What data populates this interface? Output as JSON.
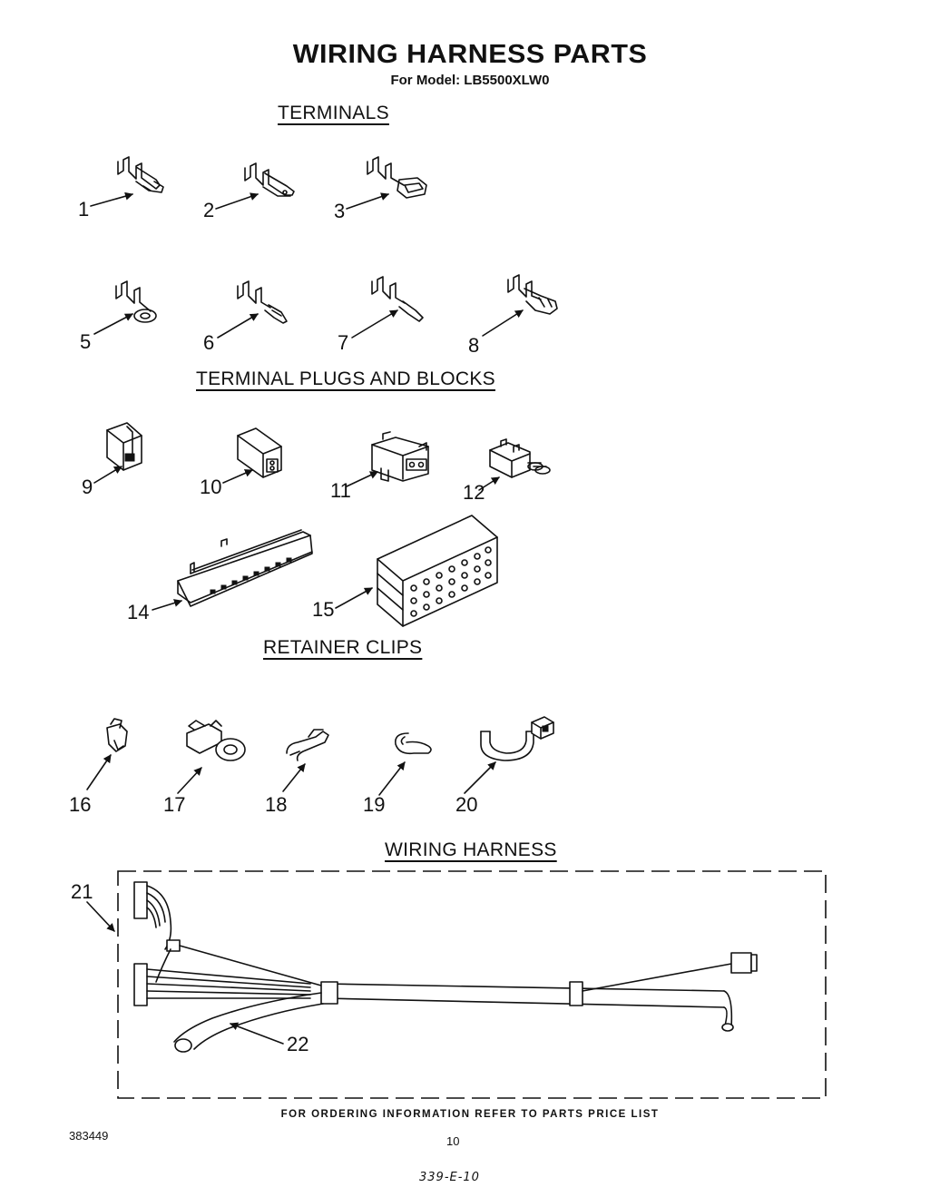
{
  "title": "WIRING HARNESS PARTS",
  "model_line": "For Model: LB5500XLW0",
  "sections": {
    "terminals": "TERMINALS",
    "plugs_blocks": "TERMINAL PLUGS AND BLOCKS",
    "retainer_clips": "RETAINER CLIPS",
    "wiring_harness": "WIRING HARNESS"
  },
  "callouts": {
    "c1": "1",
    "c2": "2",
    "c3": "3",
    "c5": "5",
    "c6": "6",
    "c7": "7",
    "c8": "8",
    "c9": "9",
    "c10": "10",
    "c11": "11",
    "c12": "12",
    "c14": "14",
    "c15": "15",
    "c16": "16",
    "c17": "17",
    "c18": "18",
    "c19": "19",
    "c20": "20",
    "c21": "21",
    "c22": "22"
  },
  "footer": {
    "ordering_note": "FOR ORDERING INFORMATION REFER TO PARTS PRICE LIST",
    "doc_number": "383449",
    "page_number": "10",
    "handwritten_code": "339-E-10"
  }
}
